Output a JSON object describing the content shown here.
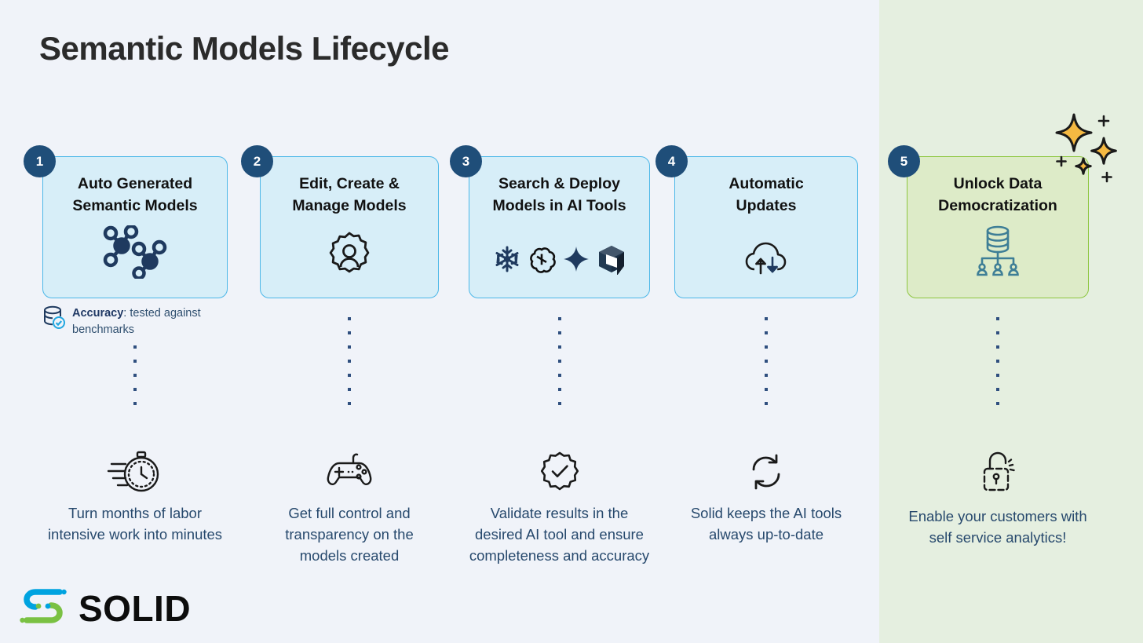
{
  "page": {
    "title": "Semantic Models Lifecycle",
    "bg_left": "#F0F3F9",
    "bg_right": "#E5EFE0",
    "accent_blue": "#4BB7E8",
    "accent_navy": "#1F4E79",
    "accent_green": "#8DC63F",
    "text_navy": "#27496D"
  },
  "steps": [
    {
      "number": "1",
      "title": "Auto Generated\nSemantic Models",
      "title_line1": "Auto Generated",
      "title_line2": "Semantic Models",
      "icon": "network-nodes-icon",
      "highlight": false,
      "note": {
        "icon": "database-check-icon",
        "bold": "Accuracy",
        "rest": ": tested against benchmarks"
      },
      "benefit_icon": "stopwatch-icon",
      "benefit": "Turn months of labor intensive work into minutes"
    },
    {
      "number": "2",
      "title_line1": "Edit, Create &",
      "title_line2": "Manage Models",
      "icon": "gear-person-icon",
      "highlight": false,
      "benefit_icon": "gamepad-icon",
      "benefit": "Get full control and transparency on the models created"
    },
    {
      "number": "3",
      "title_line1": "Search & Deploy",
      "title_line2": "Models in AI Tools",
      "icon": "ai-tool-logos",
      "tool_logos": [
        "snowflake-icon",
        "openai-icon",
        "gemini-sparkle-icon",
        "cube-3d-icon"
      ],
      "highlight": false,
      "benefit_icon": "verified-check-icon",
      "benefit": "Validate results in the desired AI tool and ensure completeness and accuracy"
    },
    {
      "number": "4",
      "title_line1": "Automatic",
      "title_line2": "Updates",
      "icon": "cloud-sync-icon",
      "highlight": false,
      "benefit_icon": "refresh-arrows-icon",
      "benefit": "Solid keeps the AI tools always up-to-date"
    },
    {
      "number": "5",
      "title_line1": "Unlock Data",
      "title_line2": "Democratization",
      "icon": "database-people-icon",
      "highlight": true,
      "benefit_icon": "unlocked-padlock-icon",
      "benefit": "Enable your customers with self service analytics!"
    }
  ],
  "decoration": {
    "sparkles": "gold-sparkles",
    "sparkle_color": "#F5B942"
  },
  "logo": {
    "mark": "solid-s-mark",
    "word": "SOLID",
    "color_top": "#00A3E0",
    "color_bottom": "#7AC143"
  }
}
